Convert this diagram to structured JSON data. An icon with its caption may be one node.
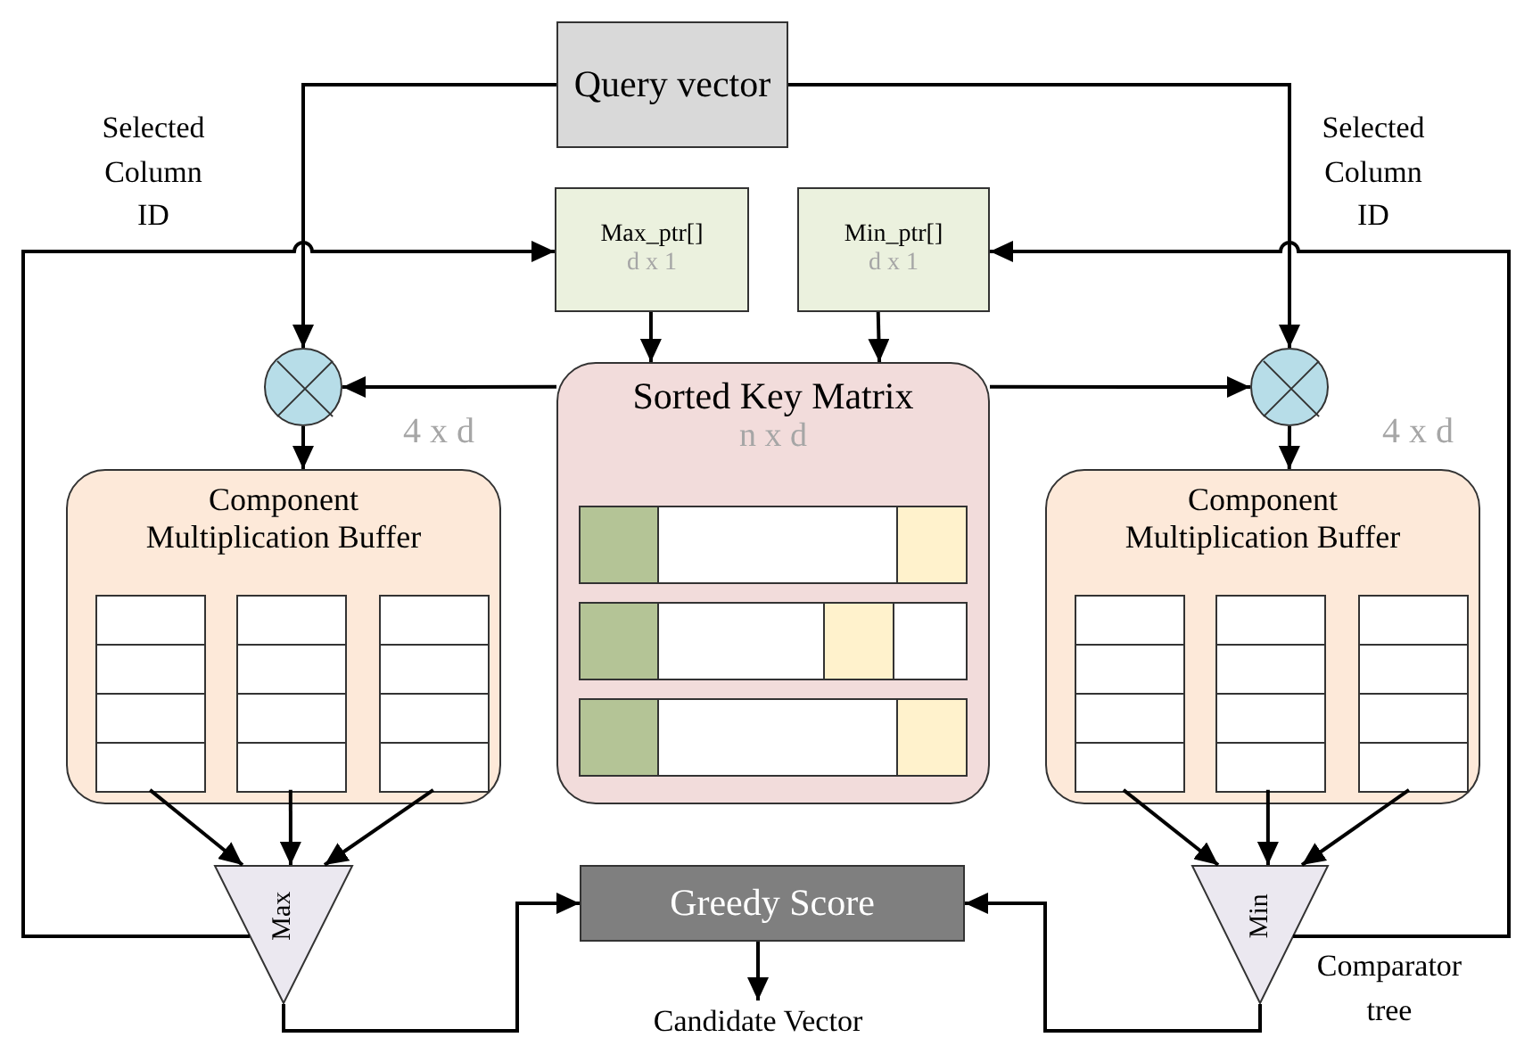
{
  "diagram": {
    "nodes": [
      {
        "text": [
          "Query vector"
        ]
      },
      {
        "text": [
          "Max_ptr[]",
          "d x 1"
        ]
      },
      {
        "text": [
          "Min_ptr[]",
          "d x 1"
        ]
      },
      {
        "text": [],
        "shape": "circle"
      },
      {
        "text": [],
        "shape": "circle"
      },
      {
        "text": [
          "Sorted Key Matrix",
          "n x d"
        ]
      },
      {
        "text": [
          "Component Multiplication Buffer"
        ],
        "beside": [
          "4 x d"
        ]
      },
      {
        "text": [
          "Component Multiplication Buffer"
        ],
        "beside": [
          "4 x d"
        ]
      },
      {
        "text": [
          "Max"
        ]
      },
      {
        "text": [
          "Min"
        ]
      },
      {
        "text": [
          "Greedy Score"
        ]
      },
      {
        "text": [
          "Candidate Vector"
        ]
      }
    ],
    "edges": [
      {
        "from": 0,
        "to": 3,
        "arrow": "to"
      },
      {
        "from": 0,
        "to": 4,
        "arrow": "to"
      },
      {
        "from": 8,
        "to": 1,
        "arrow": "to",
        "label": "Selected Column ID"
      },
      {
        "from": 9,
        "to": 2,
        "arrow": "to",
        "label": "Selected Column ID"
      },
      {
        "from": 1,
        "to": 5,
        "arrow": "to"
      },
      {
        "from": 2,
        "to": 5,
        "arrow": "to"
      },
      {
        "from": 5,
        "to": 3,
        "arrow": "to"
      },
      {
        "from": 5,
        "to": 4,
        "arrow": "to"
      },
      {
        "from": 3,
        "to": 6,
        "arrow": "to"
      },
      {
        "from": 4,
        "to": 7,
        "arrow": "to"
      },
      {
        "from": 6,
        "to": 8,
        "arrow": "to"
      },
      {
        "from": 6,
        "to": 8,
        "arrow": "to"
      },
      {
        "from": 6,
        "to": 8,
        "arrow": "to"
      },
      {
        "from": 7,
        "to": 9,
        "arrow": "to"
      },
      {
        "from": 7,
        "to": 9,
        "arrow": "to"
      },
      {
        "from": 7,
        "to": 9,
        "arrow": "to"
      },
      {
        "from": 8,
        "to": 10,
        "arrow": "to"
      },
      {
        "from": 9,
        "to": 10,
        "arrow": "to"
      },
      {
        "from": 10,
        "to": 11,
        "arrow": "to"
      }
    ],
    "labels": [
      "Comparator tree"
    ]
  }
}
